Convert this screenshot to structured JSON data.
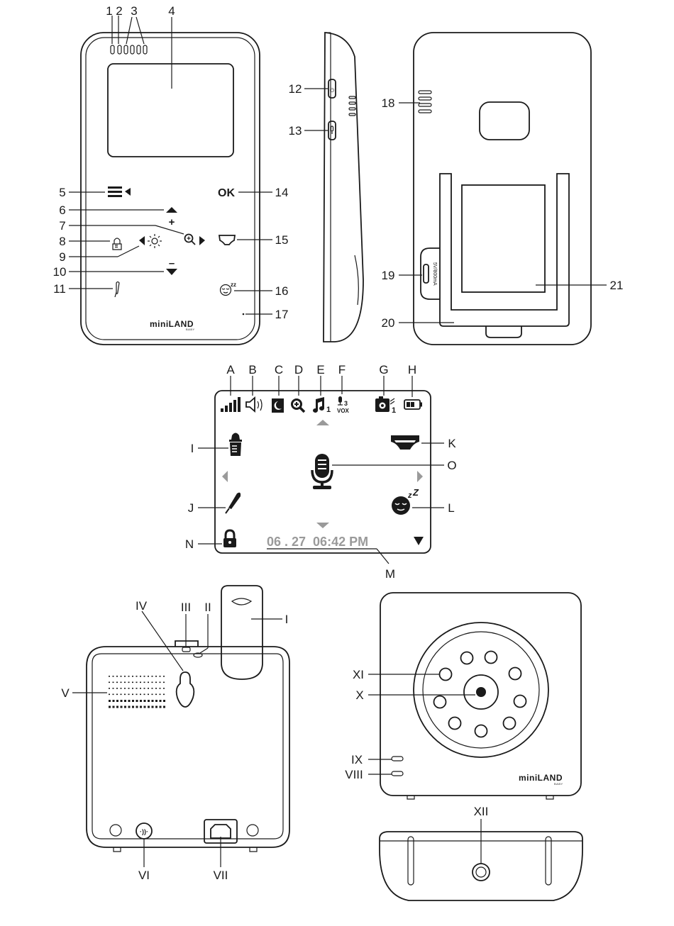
{
  "parent_unit_front": {
    "labels": [
      "1",
      "2",
      "3",
      "4",
      "5",
      "6",
      "7",
      "8",
      "9",
      "10",
      "11",
      "14",
      "15",
      "16",
      "17"
    ],
    "ok_text": "OK",
    "plus": "+",
    "minus": "–",
    "brand": "miniLAND"
  },
  "parent_unit_side": {
    "labels": [
      "12",
      "13"
    ]
  },
  "parent_unit_back": {
    "labels": [
      "18",
      "19",
      "20",
      "21"
    ],
    "power_spec": "5V/800mA"
  },
  "screen": {
    "top_labels": [
      "A",
      "B",
      "C",
      "D",
      "E",
      "F",
      "G",
      "H"
    ],
    "side_labels": {
      "I": "I",
      "J": "J",
      "K": "K",
      "L": "L",
      "M": "M",
      "N": "N",
      "O": "O"
    },
    "music_channel": "1",
    "vox_level": "3",
    "vox_text": "VOX",
    "camera_channel": "1",
    "datetime": "06 . 27  06:42 PM"
  },
  "camera_back": {
    "labels": [
      "I",
      "II",
      "III",
      "IV",
      "V",
      "VI",
      "VII"
    ]
  },
  "camera_front": {
    "labels": [
      "VIII",
      "IX",
      "X",
      "XI",
      "XII"
    ],
    "brand": "miniLAND"
  }
}
